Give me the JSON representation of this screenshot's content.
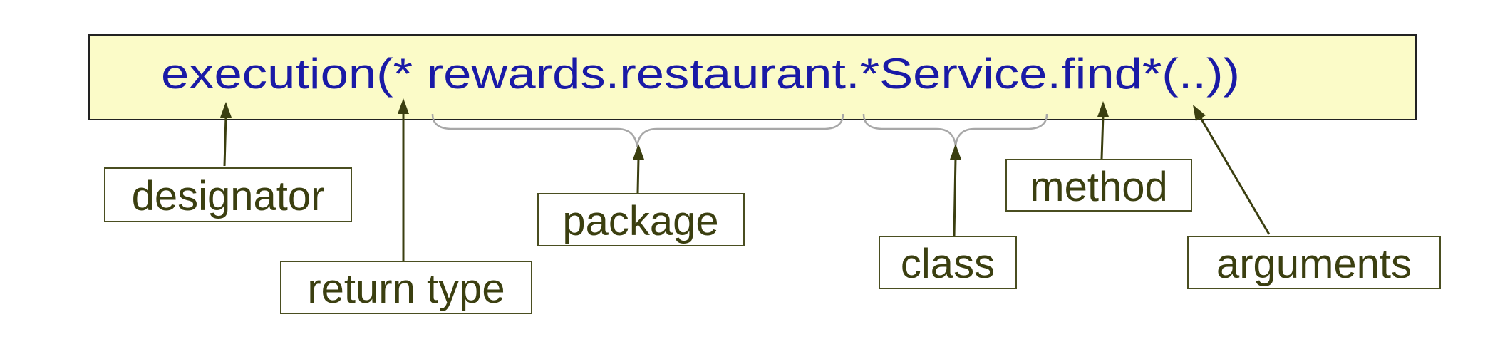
{
  "expression": {
    "text": "execution(* rewards.restaurant.*Service.find*(..))"
  },
  "labels": {
    "designator": "designator",
    "return_type": "return type",
    "package": "package",
    "class": "class",
    "method": "method",
    "arguments": "arguments"
  },
  "colors": {
    "expression_background": "#fbfbc8",
    "expression_text": "#1a1aa6",
    "label_text": "#3b3f10",
    "arrow": "#3b3f10",
    "brace": "#a8a8a8"
  }
}
